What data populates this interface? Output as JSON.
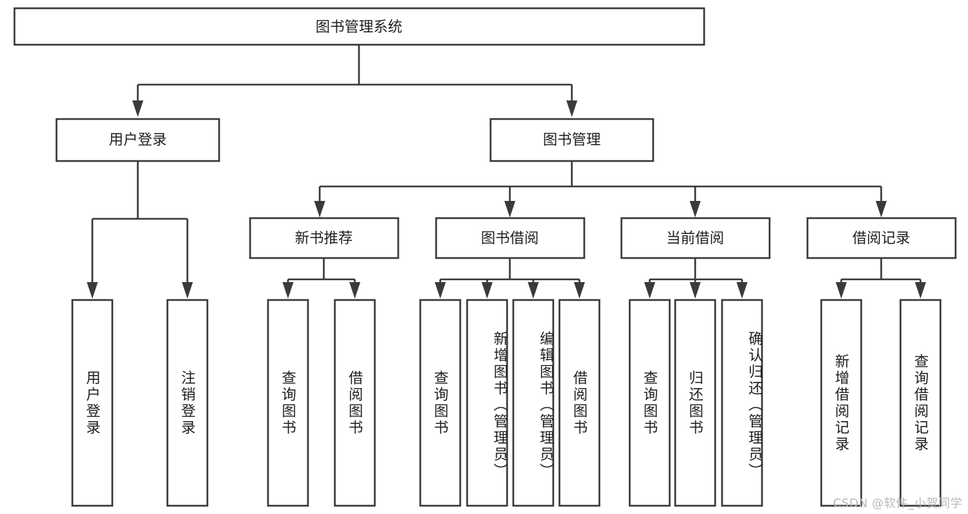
{
  "diagram": {
    "title": "图书管理系统",
    "type": "tree-hierarchy-chart",
    "orientation": "top-down",
    "box_fill": "#ffffff",
    "box_stroke": "#3a3a3a",
    "text_color": "#1f1f1f",
    "root": {
      "id": "root",
      "label": "图书管理系统"
    },
    "level2": [
      {
        "id": "user-login",
        "label": "用户登录"
      },
      {
        "id": "book-management",
        "label": "图书管理"
      }
    ],
    "level3": [
      {
        "id": "new-book-recommend",
        "label": "新书推荐",
        "parent": "book-management"
      },
      {
        "id": "book-borrow",
        "label": "图书借阅",
        "parent": "book-management"
      },
      {
        "id": "current-borrow",
        "label": "当前借阅",
        "parent": "book-management"
      },
      {
        "id": "borrow-record",
        "label": "借阅记录",
        "parent": "book-management"
      }
    ],
    "leaves": {
      "user-login": [
        {
          "id": "leaf-user-login",
          "label": "用户登录"
        },
        {
          "id": "leaf-logout-login",
          "label": "注销登录"
        }
      ],
      "new-book-recommend": [
        {
          "id": "leaf-query-book-1",
          "label": "查询图书"
        },
        {
          "id": "leaf-borrow-book-1",
          "label": "借阅图书"
        }
      ],
      "book-borrow": [
        {
          "id": "leaf-query-book-2",
          "label": "查询图书"
        },
        {
          "id": "leaf-add-book",
          "label": "新增图书（管理员）"
        },
        {
          "id": "leaf-edit-book",
          "label": "编辑图书（管理员）"
        },
        {
          "id": "leaf-borrow-book-2",
          "label": "借阅图书"
        }
      ],
      "current-borrow": [
        {
          "id": "leaf-query-book-3",
          "label": "查询图书"
        },
        {
          "id": "leaf-return-book",
          "label": "归还图书"
        },
        {
          "id": "leaf-confirm-return",
          "label": "确认归还（管理员）"
        }
      ],
      "borrow-record": [
        {
          "id": "leaf-add-record",
          "label": "新增借阅记录"
        },
        {
          "id": "leaf-query-record",
          "label": "查询借阅记录"
        }
      ]
    }
  },
  "watermark": {
    "text": "CSDN @软件_小贺同学"
  }
}
